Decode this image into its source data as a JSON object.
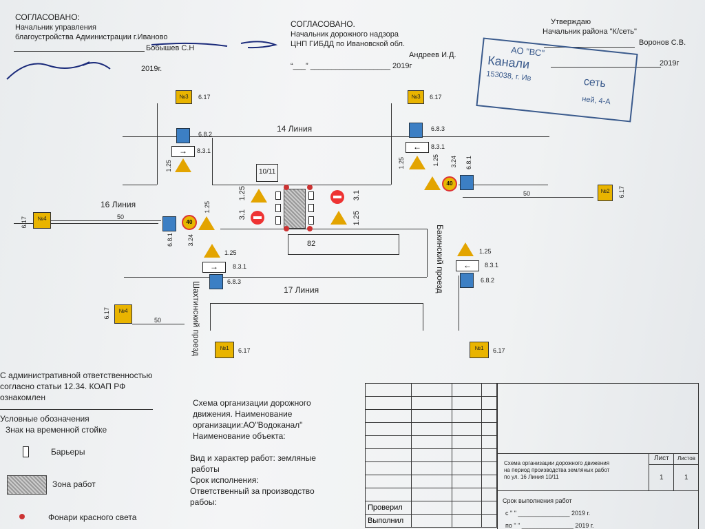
{
  "approvals": {
    "left": {
      "title": "СОГЛАСОВАНО:",
      "role1": "Начальник управления",
      "role2": "благоустройства Администрации г.Иваново",
      "name": "Бобышев С.Н",
      "date_year": "2019г."
    },
    "middle": {
      "title": "СОГЛАСОВАНО.",
      "role1": "Начальник дорожного надзора",
      "role2": "ЦНП ГИБДД по Ивановской обл.",
      "name": "Андреев И.Д.",
      "date_line": "“___” ___________________ 2019г"
    },
    "right": {
      "title": "Утверждаю",
      "role1": "Начальник района \"К/сеть\"",
      "name": "Воронов С.В.",
      "date_year": "2019г"
    }
  },
  "stamp": {
    "line1": "АО \"ВС\"",
    "line2": "Канали",
    "line3": "153038, г. Ив",
    "line4": "сеть",
    "line5": "ней, 4-А"
  },
  "streets": {
    "line14": "14 Линия",
    "line16": "16 Линия",
    "line17": "17 Линия",
    "shakhtinsky": "Шахтинский проезд",
    "bakinsky": "Бакинский проезд",
    "house82": "82",
    "house1011": "10/11"
  },
  "sign_labels": {
    "s617": "6.17",
    "s682": "6.8.2",
    "s683": "6.8.3",
    "s831": "8.3.1",
    "s125": "1.25",
    "s324": "3.24",
    "s681": "6.8.1",
    "s31": "3.1",
    "n1": "№1",
    "n2": "№2",
    "n3": "№3",
    "n4": "№4",
    "speed": "40",
    "dist50": "50"
  },
  "liability": {
    "line1": "С административной ответственностью",
    "line2": "согласно статьи 12.34. КОАП РФ",
    "line3": "ознакомлен"
  },
  "legend": {
    "title": "Условные обозначения",
    "sign_on_stand": "Знак на временной стойке",
    "barriers": "Барьеры",
    "work_zone": "Зона работ",
    "red_lamps": "Фонари красного света"
  },
  "scheme_info": {
    "line1": "Схема организации дорожного",
    "line2": "движения. Наименование",
    "line3": "организации:АО\"Водоканал\"",
    "line4": "Наименование объекта:",
    "line5": "Вид и характер работ: земляные",
    "line6": "работы",
    "line7": "Срок исполнения:",
    "line8": "Ответственный за производство",
    "line9": "рабоы:"
  },
  "title_block": {
    "scheme_title1": "Схема организации дорожного движения",
    "scheme_title2": "на период производства земляных работ",
    "scheme_title3": "по ул. 16 Линия 10/11",
    "sheet_label": "Лист",
    "sheets_label": "Листов",
    "sheet_value": "1",
    "sheets_value": "1",
    "term_label": "Срок выполнения работ",
    "date1": "с \"   \" _______________ 2019 г.",
    "date2": "по \"   \" _______________ 2019 г.",
    "checked": "Проверил",
    "done": "Выполнил"
  }
}
